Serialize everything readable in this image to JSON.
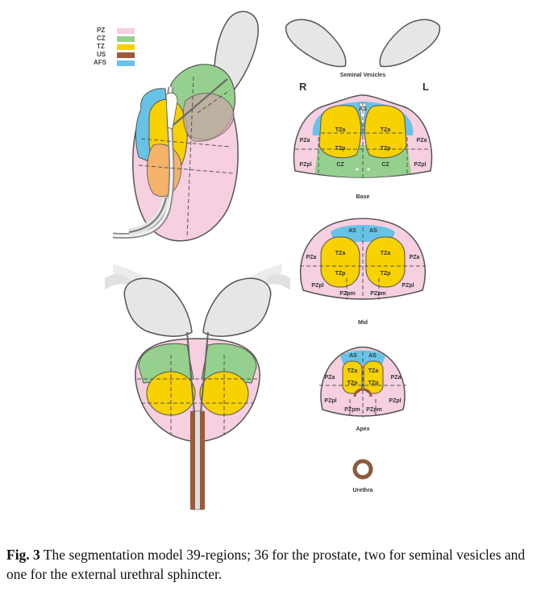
{
  "legend": [
    {
      "code": "PZ",
      "color": "#f6cfe0"
    },
    {
      "code": "CZ",
      "color": "#96d08f"
    },
    {
      "code": "TZ",
      "color": "#f7d100"
    },
    {
      "code": "US",
      "color": "#9a5a3c"
    },
    {
      "code": "AFS",
      "color": "#67c3e6"
    }
  ],
  "labels": {
    "seminal_vesicles": "Seminal Vesicles",
    "right": "R",
    "left": "L",
    "base": "Base",
    "mid": "Mid",
    "apex": "Apex",
    "urethra": "Urethra"
  },
  "regions": {
    "as": "AS",
    "tza": "TZa",
    "tzp": "TZp",
    "pza": "PZa",
    "pzpl": "PZpl",
    "pzpm": "PZpm",
    "cz": "CZ"
  },
  "colors": {
    "outline": "#555555",
    "vesicle_fill": "#e6e6e6",
    "urethra_ring": "#8b5a3c"
  },
  "caption": {
    "fig_label": "Fig. 3",
    "text": " The segmentation model 39-regions; 36 for the prostate, two for seminal vesicles and one for the external urethral sphincter."
  }
}
